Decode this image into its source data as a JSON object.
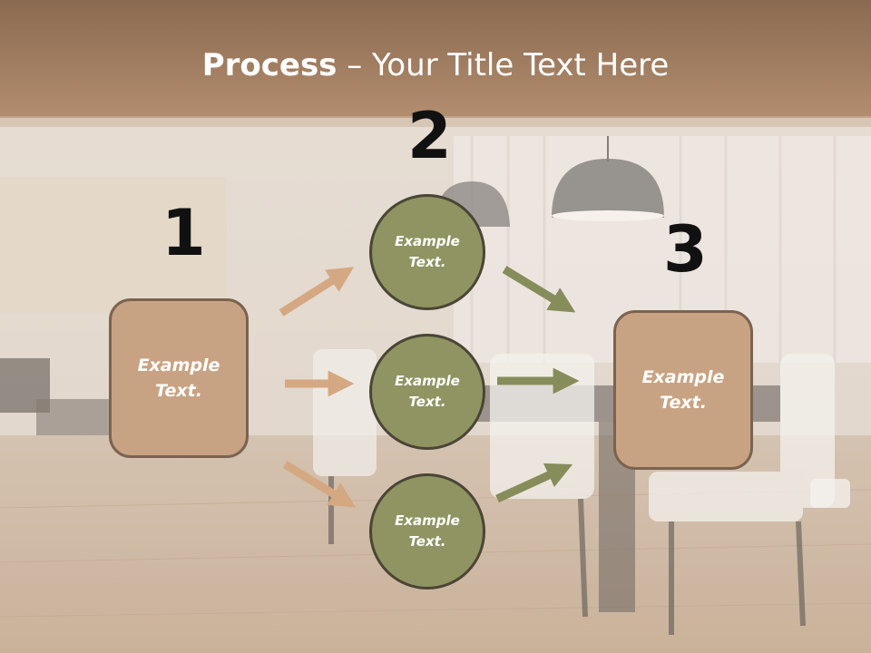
{
  "title": {
    "bold": "Process",
    "rest": " – Your Title Text Here"
  },
  "steps": [
    {
      "number": "1",
      "box_text": "Example Text."
    },
    {
      "number": "2"
    },
    {
      "number": "3",
      "box_text": "Example Text."
    }
  ],
  "circles": [
    {
      "text": "Example Text."
    },
    {
      "text": "Example Text."
    },
    {
      "text": "Example Text."
    }
  ],
  "colors": {
    "box_fill": "#c8a383",
    "box_border": "#7b6350",
    "circle_fill": "#8f9462",
    "circle_border": "#4a4536",
    "arrow_tan": "#d4a882",
    "arrow_olive": "#878c5b",
    "title_band": "#a57c5d"
  }
}
